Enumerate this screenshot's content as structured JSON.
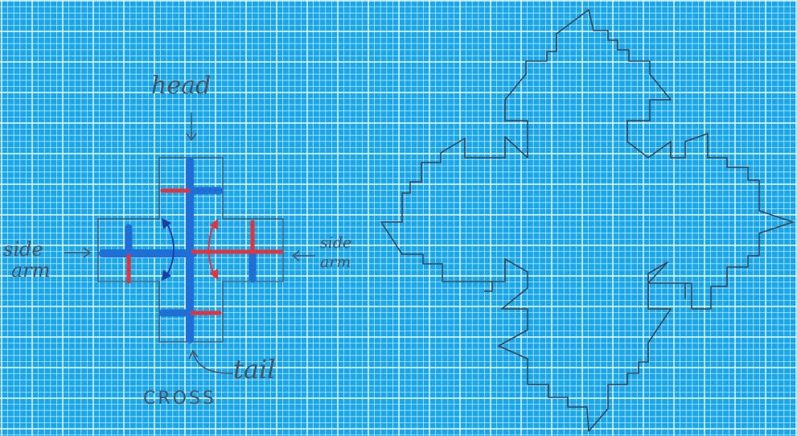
{
  "paper": {
    "background": "#1aa7e8",
    "grid_line_color": "#eaf7ff",
    "major_line_color": "#ffffff",
    "ink": "#4a5260",
    "blue_marker": "#1f6fd6",
    "red_marker": "#e8313a",
    "arrow_blue": "#1d3ea8"
  },
  "labels": {
    "head": "head",
    "tail": "tail",
    "side_left_1": "side",
    "side_left_2": "arm",
    "side_right_1": "side",
    "side_right_2": "arm",
    "cross": "CROSS"
  },
  "icons": {
    "head_arrow": "arrow-down-icon",
    "tail_arrow": "curved-arrow-up-icon",
    "left_arrow": "arrow-right-icon",
    "right_arrow": "arrow-left-icon",
    "rotate_blue": "curved-double-arrow-icon",
    "rotate_red": "curved-double-arrow-icon"
  }
}
